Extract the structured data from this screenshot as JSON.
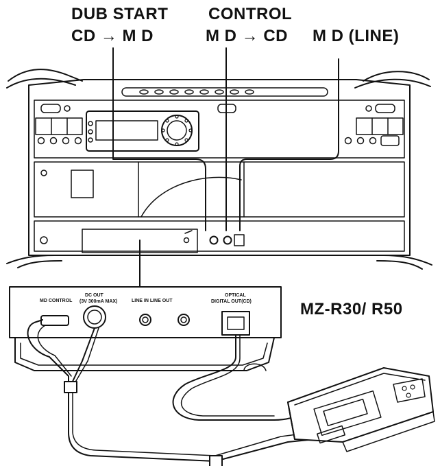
{
  "labels": {
    "dub_start": "DUB START",
    "cd_to_md": "CD → M D",
    "control": "CONTROL",
    "md_to_cd": "M D → CD",
    "md_line": "M D (LINE)",
    "model": "MZ-R30/ R50"
  },
  "panel_labels": {
    "md_control": "MD CONTROL",
    "dc_out": "DC OUT",
    "dc_out_spec": "(3V  300mA  MAX)",
    "line_in_out": "LINE IN  LINE OUT",
    "optical": "OPTICAL",
    "digital_out": "DIGITAL OUT(CD)"
  }
}
